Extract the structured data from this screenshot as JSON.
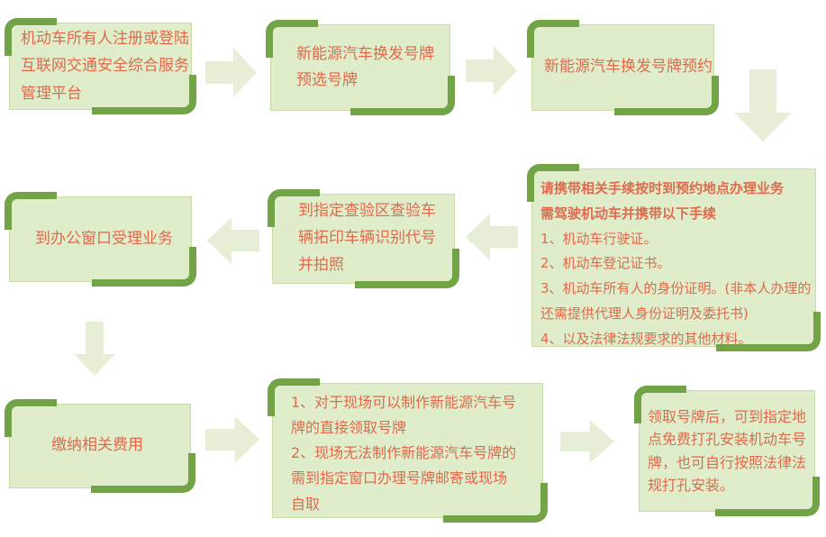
{
  "palette": {
    "box_fill": "#dfedca",
    "corner_hook_green": "#72a347",
    "arrow_fill": "#e6efd6",
    "text_color": "#df6a4c",
    "background": "#ffffff"
  },
  "flowchart": {
    "steps": [
      {
        "id": "step-1",
        "text": "机动车所有人注册或登陆\n互联网交通安全综合服务\n管理平台"
      },
      {
        "id": "step-2",
        "text": "新能源汽车换发号牌\n预选号牌"
      },
      {
        "id": "step-3",
        "text": "新能源汽车换发号牌预约"
      },
      {
        "id": "step-4",
        "intro": "请携带相关手续按时到预约地点办理业务\n需驾驶机动车并携带以下手续",
        "items": "1、机动车行驶证。\n2、机动车登记证书。\n3、机动车所有人的身份证明。(非本人办理的\n还需提供代理人身份证明及委托书)\n4、以及法律法规要求的其他材料。"
      },
      {
        "id": "step-5",
        "text": "到指定查验区查验车\n辆拓印车辆识别代号\n并拍照"
      },
      {
        "id": "step-6",
        "text": "到办公窗口受理业务"
      },
      {
        "id": "step-7",
        "text": "缴纳相关费用"
      },
      {
        "id": "step-8",
        "text": "1、对于现场可以制作新能源汽车号\n牌的直接领取号牌\n2、现场无法制作新能源汽车号牌的\n需到指定窗口办理号牌邮寄或现场\n自取"
      },
      {
        "id": "step-9",
        "text": "领取号牌后，可到指定地\n点免费打孔安装机动车号\n牌，也可自行按照法律法\n规打孔安装。"
      }
    ],
    "arrows": [
      {
        "from": "step-1",
        "to": "step-2",
        "direction": "right"
      },
      {
        "from": "step-2",
        "to": "step-3",
        "direction": "right"
      },
      {
        "from": "step-3",
        "to": "step-4",
        "direction": "down"
      },
      {
        "from": "step-4",
        "to": "step-5",
        "direction": "left"
      },
      {
        "from": "step-5",
        "to": "step-6",
        "direction": "left"
      },
      {
        "from": "step-6",
        "to": "step-7",
        "direction": "down"
      },
      {
        "from": "step-7",
        "to": "step-8",
        "direction": "right"
      },
      {
        "from": "step-8",
        "to": "step-9",
        "direction": "right"
      }
    ]
  }
}
